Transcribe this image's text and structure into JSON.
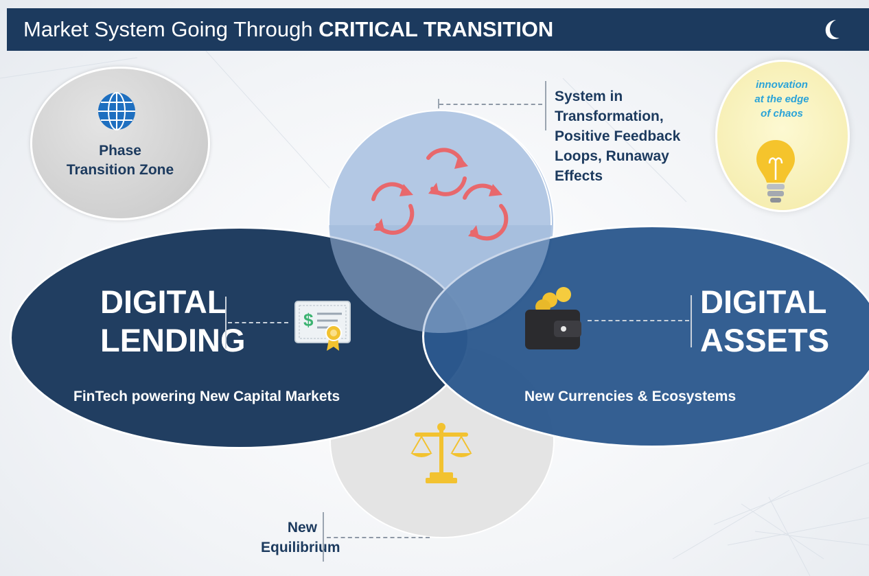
{
  "header": {
    "title_normal": "Market System Going Through ",
    "title_bold": "CRITICAL TRANSITION",
    "logo_icon": "crescent-logo-icon"
  },
  "phase_zone": {
    "label_line1": "Phase",
    "label_line2": "Transition Zone",
    "icon": "globe-icon"
  },
  "innovation": {
    "line1": "innovation",
    "line2": "at the edge",
    "line3": "of chaos",
    "icon": "lightbulb-icon"
  },
  "system_note": {
    "line1": "System in",
    "line2": "Transformation,",
    "line3": "Positive Feedback",
    "line4": "Loops, Runaway",
    "line5": "Effects",
    "icon": "feedback-loops-icon"
  },
  "lending": {
    "title_line1": "DIGITAL",
    "title_line2": "LENDING",
    "subtitle": "FinTech powering New Capital Markets",
    "icon": "certificate-dollar-icon"
  },
  "assets": {
    "title_line1": "DIGITAL",
    "title_line2": "ASSETS",
    "subtitle": "New Currencies & Ecosystems",
    "icon": "wallet-coins-icon"
  },
  "equilibrium": {
    "line1": "New",
    "line2": "Equilibrium",
    "icon": "balance-scale-icon"
  },
  "colors": {
    "header_bg": "#1c3a5e",
    "lending_bg": "#1a385c",
    "assets_bg": "#2c588e",
    "top_circle": "#b3c8e4",
    "innovation_text": "#2aa3d8",
    "loop_arrows": "#e8686c",
    "gold": "#f2c230"
  }
}
